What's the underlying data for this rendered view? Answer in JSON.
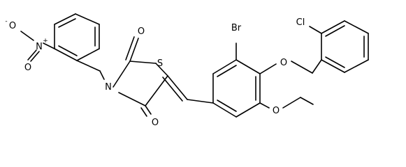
{
  "molecule": {
    "atom_labels": {
      "nitro_n": "N",
      "nitro_n_charge": "+",
      "nitro_o_top": "O",
      "nitro_o_top_charge": "-",
      "nitro_o_bottom": "O",
      "imide_n": "N",
      "carbonyl_o_top": "O",
      "carbonyl_o_bottom": "O",
      "thio_s": "S",
      "bromo": "Br",
      "chloro": "Cl",
      "ether_o_benzyloxy": "O",
      "ether_o_ethoxy": "O"
    },
    "colors": {
      "bond": "#000000",
      "label": "#000000",
      "background": "#ffffff"
    }
  }
}
